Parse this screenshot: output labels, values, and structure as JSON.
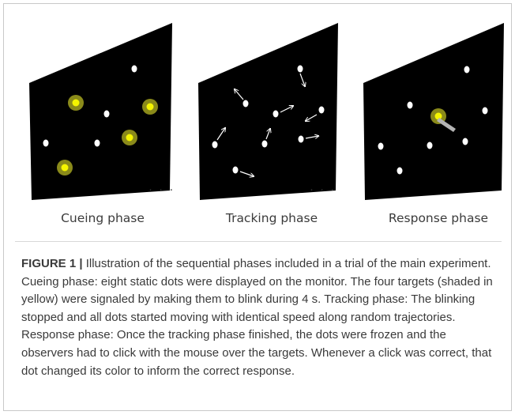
{
  "panels": [
    {
      "label": "Cueing phase",
      "ellipsis": "· · ·"
    },
    {
      "label": "Tracking phase",
      "ellipsis": "· · ·"
    },
    {
      "label": "Response phase"
    }
  ],
  "caption": {
    "figure_label": "FIGURE 1 |",
    "text": " Illustration of the sequential phases included in a trial of the main experiment. Cueing phase: eight static dots were displayed on the monitor. The four targets (shaded in yellow) were signaled by making them to blink during 4 s. Tracking phase: The blinking stopped and all dots started moving with identical speed along random trajectories. Response phase: Once the tracking phase finished, the dots were frozen and the observers had to click with the mouse over the targets. Whenever a click was correct, that dot changed its color to inform the correct response."
  },
  "colors": {
    "screen": "#000000",
    "dot": "#ffffff",
    "target_halo": "#8a8a1a",
    "target_core": "#f5f500",
    "cursor": "#b4b4b4"
  }
}
